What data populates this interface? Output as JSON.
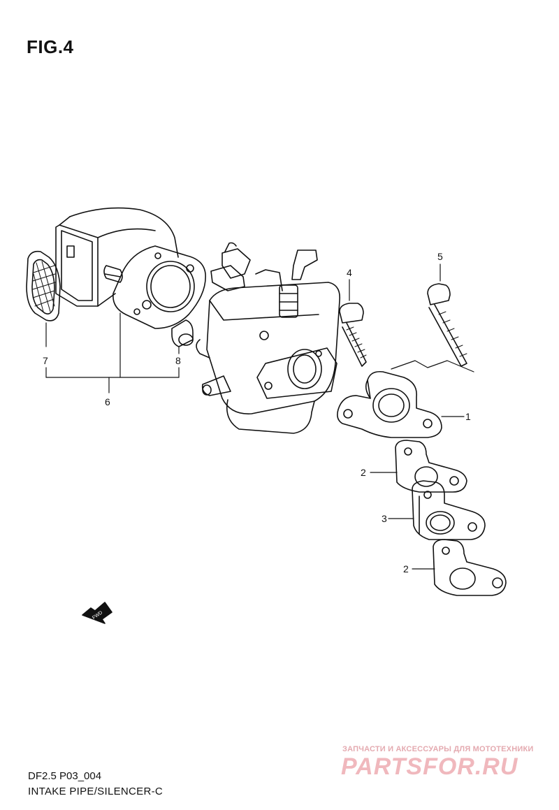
{
  "figure": {
    "title": "FIG.4"
  },
  "callouts": {
    "c1": "1",
    "c2a": "2",
    "c2b": "2",
    "c3": "3",
    "c4": "4",
    "c5": "5",
    "c6": "6",
    "c7": "7",
    "c8": "8"
  },
  "direction_label": "FWD",
  "footer": {
    "code": "DF2.5 P03_004",
    "description": "INTAKE PIPE/SILENCER-C"
  },
  "watermark": {
    "tagline": "ЗАПЧАСТИ И АКСЕССУАРЫ ДЛЯ МОТОТЕХНИКИ",
    "brand": "PARTSFOR.RU"
  },
  "icons": [
    "fwd-arrow-icon"
  ]
}
